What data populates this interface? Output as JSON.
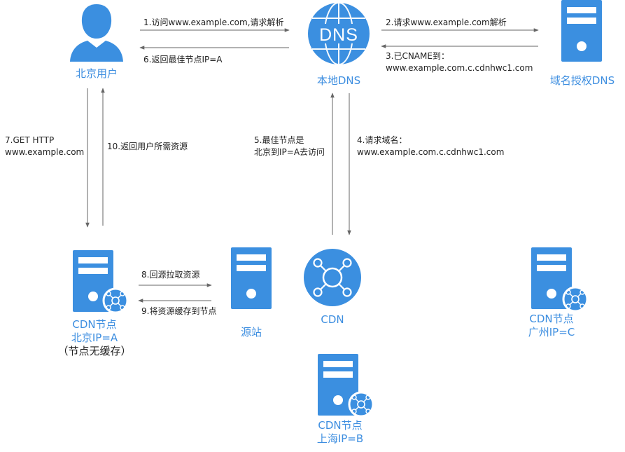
{
  "colors": {
    "icon": "#3b8fe0",
    "label": "#3d8ee0",
    "arrow": "#666666",
    "text": "#222222"
  },
  "nodes": {
    "user": {
      "label": "北京用户",
      "icon": "user-icon"
    },
    "local_dns": {
      "label": "本地DNS",
      "icon": "dns-globe-icon",
      "badge": "DNS"
    },
    "auth_dns": {
      "label": "域名授权DNS",
      "icon": "server-icon"
    },
    "cdn_beijing": {
      "label_line1": "CDN节点",
      "label_line2": "北京IP=A",
      "label_line3": "（节点无缓存）",
      "icon": "cdn-server-icon"
    },
    "origin": {
      "label": "源站",
      "icon": "server-icon"
    },
    "cdn": {
      "label": "CDN",
      "icon": "cdn-network-icon"
    },
    "cdn_guangzhou": {
      "label_line1": "CDN节点",
      "label_line2": "广州IP=C",
      "icon": "cdn-server-icon"
    },
    "cdn_shanghai": {
      "label_line1": "CDN节点",
      "label_line2": "上海IP=B",
      "icon": "cdn-server-icon"
    }
  },
  "steps": {
    "s1": [
      "1.访问www.example.com,请求解析"
    ],
    "s2": [
      "2.请求www.example.com解析"
    ],
    "s3": [
      "3.已CNAME到：",
      "www.example.com.c.cdnhwc1.com"
    ],
    "s4": [
      "4.请求域名：",
      "www.example.com.c.cdnhwc1.com"
    ],
    "s5": [
      "5.最佳节点是",
      "北京到IP=A去访问"
    ],
    "s6": [
      "6.返回最佳节点IP=A"
    ],
    "s7": [
      "7.GET HTTP",
      "www.example.com"
    ],
    "s8": [
      "8.回源拉取资源"
    ],
    "s9": [
      "9.将资源缓存到节点"
    ],
    "s10": [
      "10.返回用户所需资源"
    ]
  }
}
